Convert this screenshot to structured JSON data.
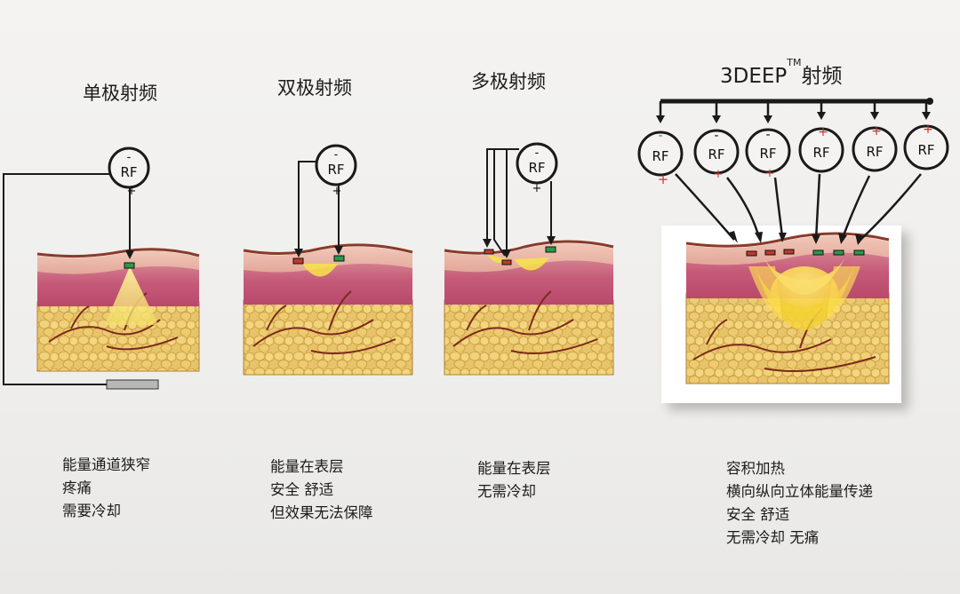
{
  "panels": [
    {
      "title": "单极射频",
      "notes": [
        "能量通道狭窄",
        "疼痛",
        "需要冷却"
      ]
    },
    {
      "title": "双极射频",
      "notes": [
        "能量在表层",
        "安全 舒适",
        "但效果无法保障"
      ]
    },
    {
      "title": "多极射频",
      "notes": [
        "能量在表层",
        "无需冷却"
      ]
    },
    {
      "title": "3DEEP",
      "title_sup": "TM",
      "title_suffix": "射频",
      "notes": [
        "容积加热",
        "横向纵向立体能量传递",
        "安全 舒适",
        "无需冷却 无痛"
      ]
    }
  ],
  "electrode_label": "RF",
  "signs": {
    "minus": "-",
    "plus": "+"
  },
  "colors": {
    "epidermis": "#e9b4a8",
    "dermis": "#c8607a",
    "fat": "#e6c065",
    "energy": "#f7e34a",
    "electrode_red": "#c0392b",
    "electrode_green": "#2a9a4a",
    "wire": "#1a1a1a"
  }
}
